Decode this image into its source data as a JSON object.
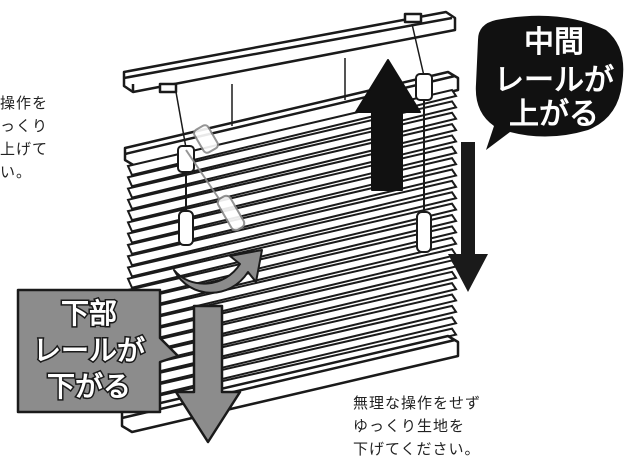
{
  "callout_top_right": {
    "lines": [
      "中間",
      "レールが",
      "上がる"
    ]
  },
  "callout_bottom_left": {
    "lines": [
      "下部",
      "レールが",
      "下がる"
    ]
  },
  "instruction_left": {
    "lines": [
      "操作を",
      "っくり",
      "上げて",
      "い。"
    ]
  },
  "instruction_bottom": {
    "lines": [
      "無理な操作をせず",
      "ゆっくり生地を",
      "下げてください。"
    ]
  },
  "colors": {
    "outline": "#1a1a1a",
    "bubble_fill": "#111111",
    "box_fill": "#8c8c8c",
    "arrow_up": "#111111",
    "arrow_down_dark": "#1a1a1a",
    "arrow_down_gray": "#8c8c8c",
    "fabric": "#ffffff"
  },
  "icons": {
    "up_arrow": "arrow-up-icon",
    "down_arrow_right": "arrow-down-icon",
    "down_arrow_gray": "arrow-down-gray-icon",
    "curved_arrow": "curved-arrow-icon"
  }
}
